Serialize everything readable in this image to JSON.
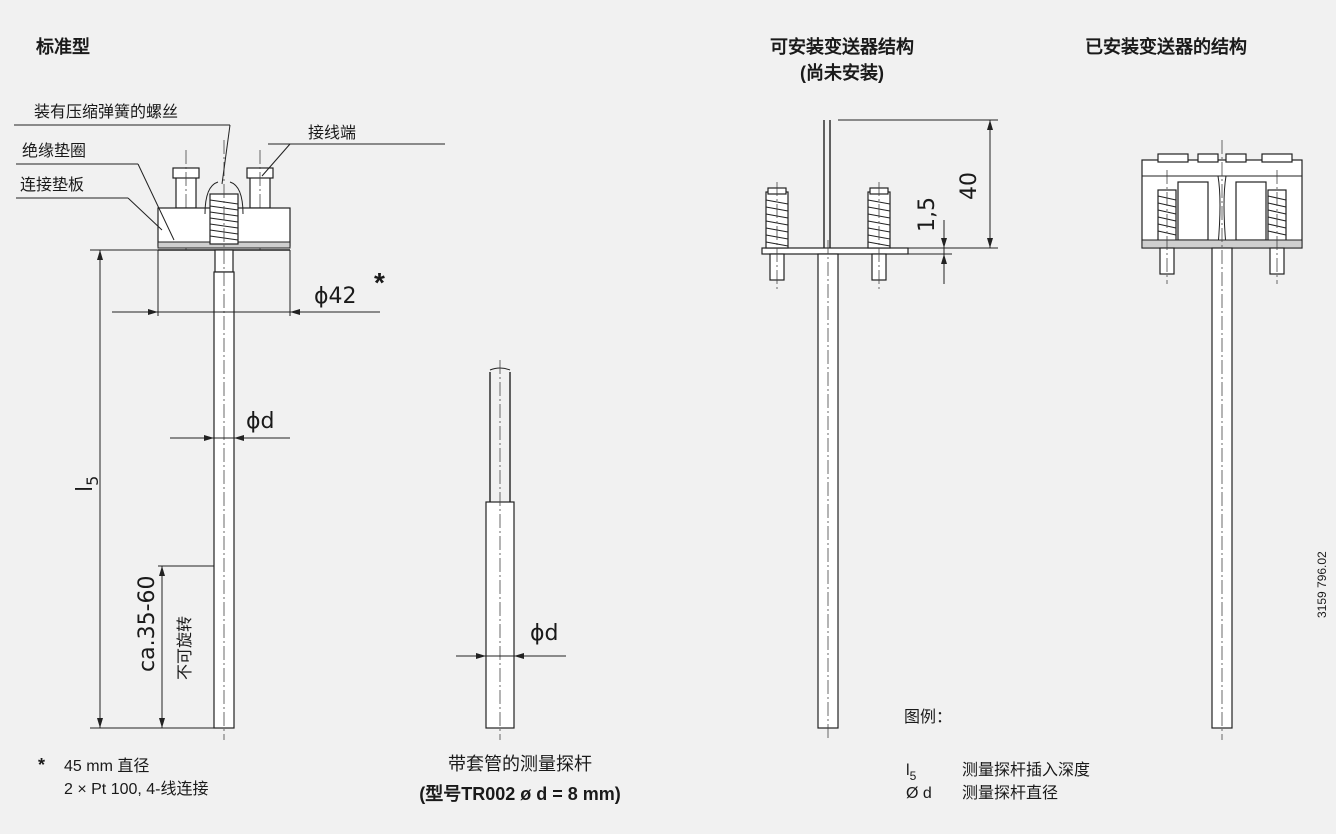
{
  "titles": {
    "standard": "标准型",
    "mountable_line1": "可安装变送器结构",
    "mountable_line2": "(尚未安装)",
    "mounted": "已安装变送器的结构"
  },
  "callouts": {
    "spring_screw": "装有压缩弹簧的螺丝",
    "terminal": "接线端",
    "insulating_washer": "绝缘垫圈",
    "connection_plate": "连接垫板",
    "no_rotation": "不可旋转"
  },
  "dimensions": {
    "dia42": "ϕ42",
    "star": "*",
    "dia_d_1": "ϕd",
    "dia_d_2": "ϕd",
    "l5_main": "l",
    "l5_sub": "5",
    "ca": "ca.35-60",
    "dim40": "40",
    "dim15": "1,5"
  },
  "footnote": {
    "star": "*",
    "line1": "45 mm 直径",
    "line2": "2 × Pt 100, 4-线连接"
  },
  "probe_caption": {
    "line1": "带套管的测量探杆",
    "line2_prefix": "(型号",
    "line2_bold": "TR002 ø d = 8 mm)"
  },
  "legend": {
    "title": "图例：",
    "l5_symbol": "l",
    "l5_sub": "5",
    "l5_text": "测量探杆插入深度",
    "d_symbol": "Ø d",
    "d_text": "测量探杆直径"
  },
  "doc_number": "3159 796.02"
}
